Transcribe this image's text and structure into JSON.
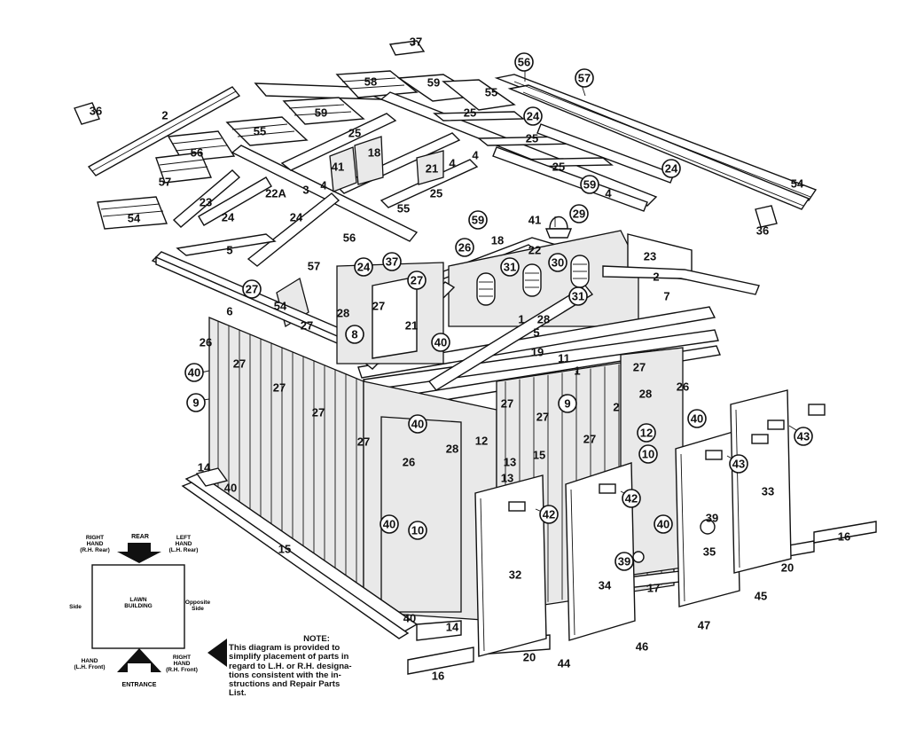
{
  "key_diagram": {
    "rear": "REAR",
    "right_hand_rear": [
      "RIGHT",
      "HAND",
      "(R.H. Rear)"
    ],
    "left_hand_rear": [
      "LEFT",
      "HAND",
      "(L.H. Rear)"
    ],
    "side": "Side",
    "center": [
      "LAWN",
      "BUILDING"
    ],
    "opposite_side": [
      "Opposite",
      "Side"
    ],
    "left_hand_front": [
      "HAND",
      "(L.H. Front)"
    ],
    "right_hand_front": [
      "RIGHT",
      "HAND",
      "(R.H. Front)"
    ],
    "entrance": "ENTRANCE"
  },
  "note": {
    "heading": "NOTE:",
    "lines": [
      "This diagram is provided to",
      "simplify placement of parts in",
      "regard to L.H. or R.H. designa-",
      "tions consistent with the in-",
      "structions and Repair Parts",
      "List."
    ]
  },
  "part_labels": [
    {
      "id": "p37a",
      "t": "37"
    },
    {
      "id": "p36a",
      "t": "36"
    },
    {
      "id": "p2a",
      "t": "2"
    },
    {
      "id": "p58",
      "t": "58"
    },
    {
      "id": "p59a",
      "t": "59"
    },
    {
      "id": "p56a",
      "t": "56"
    },
    {
      "id": "p55a",
      "t": "55"
    },
    {
      "id": "p57a",
      "t": "57"
    },
    {
      "id": "p25a",
      "t": "25"
    },
    {
      "id": "p24a",
      "t": "24"
    },
    {
      "id": "p55b",
      "t": "55"
    },
    {
      "id": "p59b",
      "t": "59"
    },
    {
      "id": "p25b",
      "t": "25"
    },
    {
      "id": "p56b",
      "t": "56"
    },
    {
      "id": "p41a",
      "t": "41"
    },
    {
      "id": "p18a",
      "t": "18"
    },
    {
      "id": "p21a",
      "t": "21"
    },
    {
      "id": "p4a",
      "t": "4"
    },
    {
      "id": "p4b",
      "t": "4"
    },
    {
      "id": "p25c",
      "t": "25"
    },
    {
      "id": "p25d",
      "t": "25"
    },
    {
      "id": "p24b",
      "t": "24"
    },
    {
      "id": "p57b",
      "t": "57"
    },
    {
      "id": "p23a",
      "t": "23"
    },
    {
      "id": "p3a",
      "t": "3"
    },
    {
      "id": "p4c",
      "t": "4"
    },
    {
      "id": "p22a",
      "t": "22A"
    },
    {
      "id": "p25e",
      "t": "25"
    },
    {
      "id": "p59c",
      "t": "59"
    },
    {
      "id": "p4d",
      "t": "4"
    },
    {
      "id": "p54a",
      "t": "54"
    },
    {
      "id": "p24c",
      "t": "24"
    },
    {
      "id": "p55c",
      "t": "55"
    },
    {
      "id": "p59d",
      "t": "59"
    },
    {
      "id": "p41b",
      "t": "41"
    },
    {
      "id": "p29",
      "t": "29"
    },
    {
      "id": "p54b",
      "t": "54"
    },
    {
      "id": "p36b",
      "t": "36"
    },
    {
      "id": "p24d",
      "t": "24"
    },
    {
      "id": "p5a",
      "t": "5"
    },
    {
      "id": "p56c",
      "t": "56"
    },
    {
      "id": "p26a",
      "t": "26"
    },
    {
      "id": "p18b",
      "t": "18"
    },
    {
      "id": "p22b",
      "t": "22"
    },
    {
      "id": "p30",
      "t": "30"
    },
    {
      "id": "p31a",
      "t": "31"
    },
    {
      "id": "p23b",
      "t": "23"
    },
    {
      "id": "p37b",
      "t": "37"
    },
    {
      "id": "p57c",
      "t": "57"
    },
    {
      "id": "p24e",
      "t": "24"
    },
    {
      "id": "p27a",
      "t": "27"
    },
    {
      "id": "p31b",
      "t": "31"
    },
    {
      "id": "p2b",
      "t": "2"
    },
    {
      "id": "p27b",
      "t": "27"
    },
    {
      "id": "p27c",
      "t": "27"
    },
    {
      "id": "p6",
      "t": "6"
    },
    {
      "id": "p54c",
      "t": "54"
    },
    {
      "id": "p28a",
      "t": "28"
    },
    {
      "id": "p7",
      "t": "7"
    },
    {
      "id": "p27d",
      "t": "27"
    },
    {
      "id": "p21b",
      "t": "21"
    },
    {
      "id": "p26b",
      "t": "26"
    },
    {
      "id": "p8",
      "t": "8"
    },
    {
      "id": "p1a",
      "t": "1"
    },
    {
      "id": "p28b",
      "t": "28"
    },
    {
      "id": "p5b",
      "t": "5"
    },
    {
      "id": "p40a",
      "t": "40"
    },
    {
      "id": "p19",
      "t": "19"
    },
    {
      "id": "p27e",
      "t": "27"
    },
    {
      "id": "p11",
      "t": "11"
    },
    {
      "id": "p40b",
      "t": "40"
    },
    {
      "id": "p1b",
      "t": "1"
    },
    {
      "id": "p27f",
      "t": "27"
    },
    {
      "id": "p27g",
      "t": "27"
    },
    {
      "id": "p28c",
      "t": "28"
    },
    {
      "id": "p26c",
      "t": "26"
    },
    {
      "id": "p9a",
      "t": "9"
    },
    {
      "id": "p27h",
      "t": "27"
    },
    {
      "id": "p27i",
      "t": "27"
    },
    {
      "id": "p9b",
      "t": "9"
    },
    {
      "id": "p2c",
      "t": "2"
    },
    {
      "id": "p27j",
      "t": "27"
    },
    {
      "id": "p40c",
      "t": "40"
    },
    {
      "id": "p27k",
      "t": "27"
    },
    {
      "id": "p12a",
      "t": "12"
    },
    {
      "id": "p40d",
      "t": "40"
    },
    {
      "id": "p28d",
      "t": "28"
    },
    {
      "id": "p13a",
      "t": "13"
    },
    {
      "id": "p27l",
      "t": "27"
    },
    {
      "id": "p12b",
      "t": "12"
    },
    {
      "id": "p26d",
      "t": "26"
    },
    {
      "id": "p10a",
      "t": "10"
    },
    {
      "id": "p15a",
      "t": "15"
    },
    {
      "id": "p14a",
      "t": "14"
    },
    {
      "id": "p40e",
      "t": "40"
    },
    {
      "id": "p13b",
      "t": "13"
    },
    {
      "id": "p43a",
      "t": "43"
    },
    {
      "id": "p43b",
      "t": "43"
    },
    {
      "id": "p33",
      "t": "33"
    },
    {
      "id": "p42a",
      "t": "42"
    },
    {
      "id": "p42b",
      "t": "42"
    },
    {
      "id": "p39a",
      "t": "39"
    },
    {
      "id": "p40f",
      "t": "40"
    },
    {
      "id": "p40g",
      "t": "40"
    },
    {
      "id": "p10b",
      "t": "10"
    },
    {
      "id": "p35",
      "t": "35"
    },
    {
      "id": "p16a",
      "t": "16"
    },
    {
      "id": "p15b",
      "t": "15"
    },
    {
      "id": "p32",
      "t": "32"
    },
    {
      "id": "p34",
      "t": "34"
    },
    {
      "id": "p39b",
      "t": "39"
    },
    {
      "id": "p17",
      "t": "17"
    },
    {
      "id": "p20a",
      "t": "20"
    },
    {
      "id": "p45",
      "t": "45"
    },
    {
      "id": "p40h",
      "t": "40"
    },
    {
      "id": "p47",
      "t": "47"
    },
    {
      "id": "p14b",
      "t": "14"
    },
    {
      "id": "p20b",
      "t": "20"
    },
    {
      "id": "p46",
      "t": "46"
    },
    {
      "id": "p44",
      "t": "44"
    },
    {
      "id": "p16b",
      "t": "16"
    }
  ]
}
